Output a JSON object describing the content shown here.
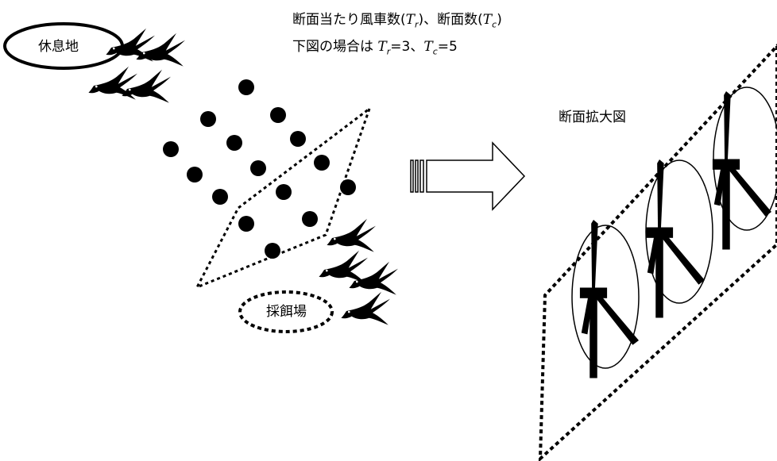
{
  "header": {
    "line1": {
      "prefix": "断面当たり風車数(",
      "var1": "T",
      "sub1": "r",
      "mid": ")、断面数(",
      "var2": "T",
      "sub2": "c",
      "suffix": ")"
    },
    "line2": {
      "prefix": "下図の場合は ",
      "var1": "T",
      "sub1": "r",
      "eq1": "=3、",
      "var2": "T",
      "sub2": "c",
      "eq2": "=5"
    }
  },
  "labels": {
    "rest_area": "休息地",
    "feeding_area": "採餌場",
    "section_zoom": "断面拡大図"
  },
  "counts": {
    "turbines_per_section": 3,
    "sections": 5
  },
  "colors": {
    "ink": "#000000",
    "background": "#ffffff"
  }
}
